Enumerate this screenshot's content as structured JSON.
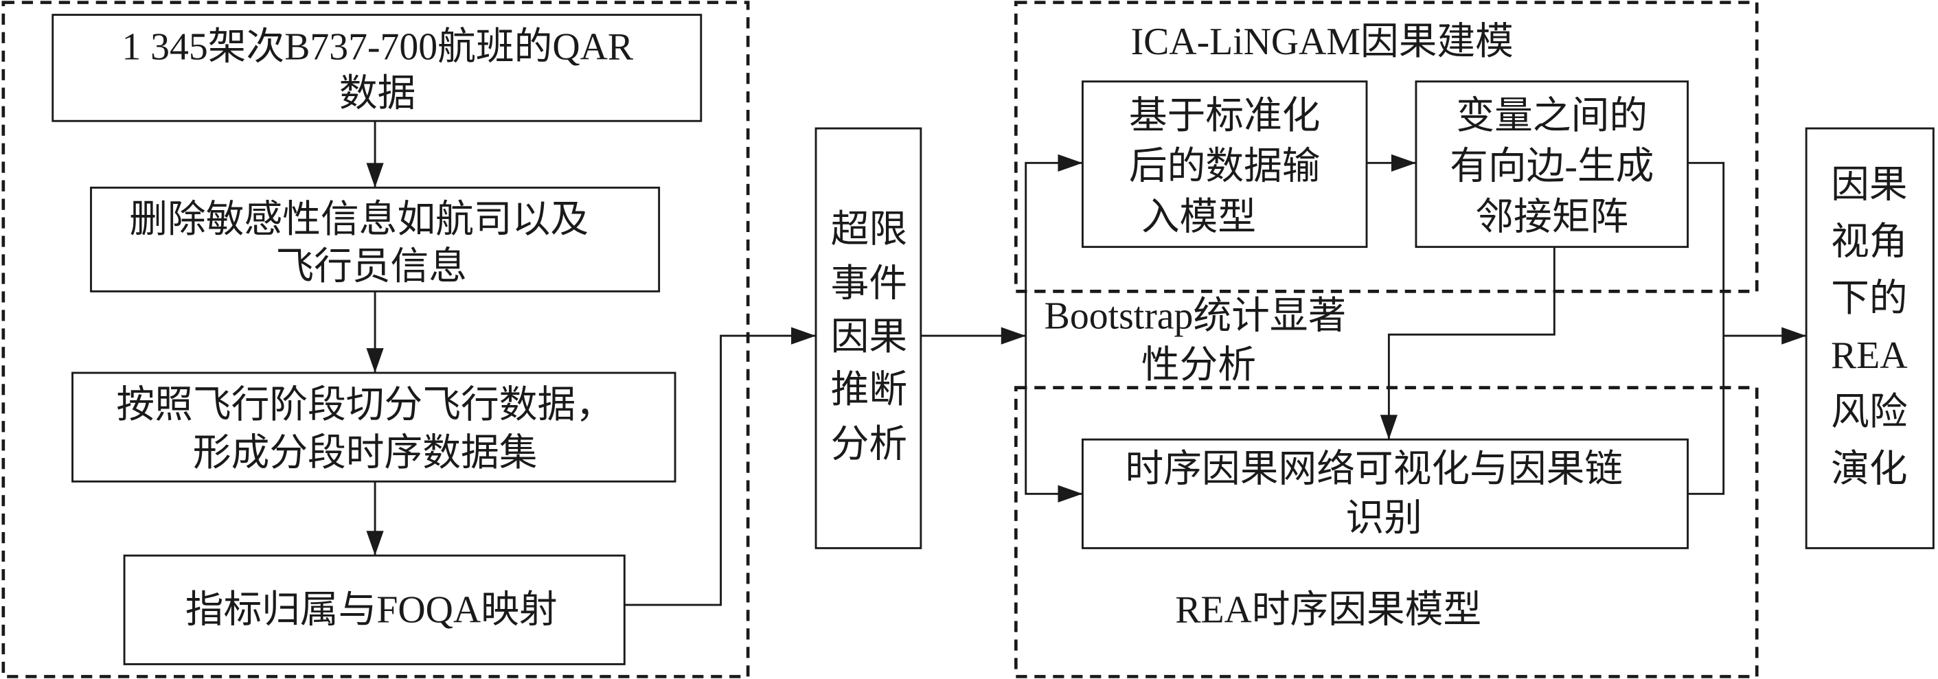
{
  "preprocessing": {
    "step1": [
      "1 345架次B737-700航班的QAR",
      "数据"
    ],
    "step2": [
      "删除敏感性信息如航司以及",
      "飞行员信息"
    ],
    "step3": [
      "按照飞行阶段切分飞行数据，",
      "形成分段时序数据集"
    ],
    "step4": [
      "指标归属与FOQA映射"
    ]
  },
  "exceedance": [
    "超限",
    "事件",
    "因果",
    "推断",
    "分析"
  ],
  "ica_group": {
    "title": "ICA-LiNGAM因果建模",
    "box_a": [
      "基于标准化",
      "后的数据输",
      "入模型"
    ],
    "box_b": [
      "变量之间的",
      "有向边-生成",
      "邻接矩阵"
    ]
  },
  "bootstrap": [
    "Bootstrap统计显著",
    "性分析"
  ],
  "rea_group": {
    "title": "REA时序因果模型",
    "box_c": [
      "时序因果网络可视化与因果链",
      "识别"
    ]
  },
  "result": [
    "因果",
    "视角",
    "下的",
    "REA",
    "风险",
    "演化"
  ]
}
